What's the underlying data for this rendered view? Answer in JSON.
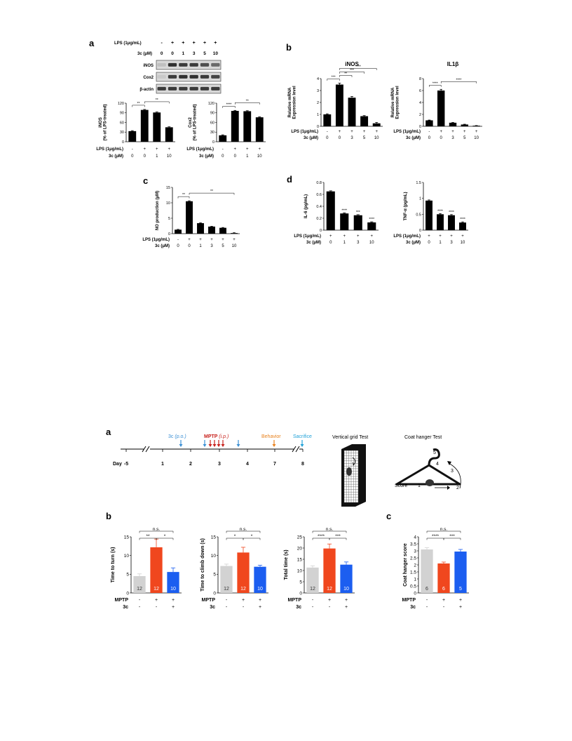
{
  "fig1": {
    "a": {
      "label": "a",
      "header_labels": [
        "LPS (1μg/mL)",
        "3c (μM)"
      ],
      "lps_signs": [
        "-",
        "+",
        "+",
        "+",
        "+",
        "+"
      ],
      "doses": [
        "0",
        "0",
        "1",
        "3",
        "5",
        "10"
      ],
      "bands": [
        "iNOS",
        "Cox2",
        "β-actin"
      ],
      "band_intensity": [
        [
          0.15,
          0.9,
          0.85,
          0.85,
          0.75,
          0.6
        ],
        [
          0.1,
          0.85,
          0.9,
          0.9,
          0.85,
          0.8
        ],
        [
          0.85,
          0.85,
          0.85,
          0.85,
          0.85,
          0.85
        ]
      ]
    },
    "b_label": "b",
    "c_label": "c",
    "d_label": "d"
  },
  "fig2": {
    "a_label": "a",
    "b_label": "b",
    "c_label": "c",
    "timeline": {
      "day_label": "Day",
      "ticks": [
        "-5",
        "1",
        "2",
        "3",
        "4",
        "7",
        "8"
      ],
      "treat_3c": "3c",
      "treat_3c_route": "(p.o.)",
      "treat_mptp": "MPTP",
      "treat_mptp_route": "(i.p.)",
      "behavior": "Behavior",
      "sacrifice": "Sacrifice"
    },
    "test1_title": "Vertical grid Test",
    "test2_title": "Coat hanger Test",
    "hanger_score_label": "Score",
    "hanger_numbers": [
      "1",
      "2",
      "3",
      "4",
      "5"
    ]
  },
  "colors": {
    "ctrl": "#d2d2d2",
    "mptp": "#f0471e",
    "treat": "#1c5ef0",
    "timeline_3c": "#3a8fd4",
    "timeline_mptp": "#c8201b",
    "timeline_behavior": "#e8821e",
    "timeline_sacrifice": "#22a2d8"
  },
  "chart_data": [
    {
      "id": "1a-inos",
      "type": "bar",
      "ylabel": "iNOS\n(% of LPS-treated)",
      "ylim": [
        0,
        120
      ],
      "yticks": [
        0,
        30,
        60,
        90,
        120
      ],
      "values": [
        33,
        99,
        91,
        45
      ],
      "errors": [
        1.5,
        1.5,
        1.5,
        1.5
      ],
      "row_labels": [
        "LPS (1μg/mL)",
        "3c (μM)"
      ],
      "row_values": [
        [
          "-",
          "+",
          "+",
          "+"
        ],
        [
          "0",
          "0",
          "1",
          "10"
        ]
      ],
      "sig": [
        {
          "a": 0,
          "b": 1,
          "label": "**"
        },
        {
          "a": 1,
          "b": 3,
          "label": "**"
        }
      ]
    },
    {
      "id": "1a-cox2",
      "type": "bar",
      "ylabel": "Cox2\n(% of LPS-treated)",
      "ylim": [
        0,
        120
      ],
      "yticks": [
        0,
        30,
        60,
        90,
        120
      ],
      "values": [
        20,
        96,
        95,
        76
      ],
      "errors": [
        1.5,
        1.5,
        1.5,
        1.5
      ],
      "row_labels": [
        "LPS (1μg/mL)",
        "3c (μM)"
      ],
      "row_values": [
        [
          "-",
          "+",
          "+",
          "+"
        ],
        [
          "0",
          "0",
          "1",
          "10"
        ]
      ],
      "sig": [
        {
          "a": 0,
          "b": 1,
          "label": "****"
        },
        {
          "a": 1,
          "b": 3,
          "label": "**"
        }
      ]
    },
    {
      "id": "1b-inos",
      "type": "bar",
      "title": "iNOS",
      "ylabel": "Relative mRNA\nExpression level",
      "ylim": [
        0,
        4
      ],
      "yticks": [
        0,
        1,
        2,
        3,
        4
      ],
      "values": [
        1.0,
        3.5,
        2.4,
        0.85,
        0.25
      ],
      "errors": [
        0.05,
        0.12,
        0.1,
        0.05,
        0.08
      ],
      "row_labels": [
        "LPS (1μg/mL)",
        "3c (μM)"
      ],
      "row_values": [
        [
          "-",
          "+",
          "+",
          "+",
          "+"
        ],
        [
          "0",
          "0",
          "3",
          "5",
          "10"
        ]
      ],
      "sig": [
        {
          "a": 0,
          "b": 1,
          "label": "***"
        },
        {
          "a": 1,
          "b": 2,
          "label": "**"
        },
        {
          "a": 1,
          "b": 3,
          "label": "***"
        },
        {
          "a": 1,
          "b": 4,
          "label": "****"
        }
      ]
    },
    {
      "id": "1b-il1b",
      "type": "bar",
      "title": "IL1β",
      "ylabel": "Relative mRNA\nExpression level",
      "ylim": [
        0,
        8
      ],
      "yticks": [
        0,
        2,
        4,
        6,
        8
      ],
      "values": [
        1.0,
        6.0,
        0.6,
        0.3,
        0.1
      ],
      "errors": [
        0.05,
        0.2,
        0.05,
        0.05,
        0.03
      ],
      "row_labels": [
        "LPS (1μg/mL)",
        "3c (μM)"
      ],
      "row_values": [
        [
          "-",
          "+",
          "+",
          "+",
          "+"
        ],
        [
          "0",
          "0",
          "3",
          "5",
          "10"
        ]
      ],
      "sig": [
        {
          "a": 0,
          "b": 1,
          "label": "****"
        },
        {
          "a": 1,
          "b": 4,
          "label": "****"
        }
      ]
    },
    {
      "id": "1c-no",
      "type": "bar",
      "ylabel": "NO production (μM)",
      "ylim": [
        0,
        15
      ],
      "yticks": [
        0,
        5,
        10,
        15
      ],
      "values": [
        1.3,
        10.5,
        3.4,
        2.3,
        1.9,
        0.2
      ],
      "errors": [
        0.1,
        0.15,
        0.1,
        0.1,
        0.1,
        0.1
      ],
      "row_labels": [
        "LPS (1μg/mL)",
        "3c (μM)"
      ],
      "row_values": [
        [
          "-",
          "+",
          "+",
          "+",
          "+",
          "+"
        ],
        [
          "0",
          "0",
          "1",
          "3",
          "5",
          "10"
        ]
      ],
      "sig": [
        {
          "a": 0,
          "b": 1,
          "label": "**"
        },
        {
          "a": 1,
          "b": 5,
          "label": "**"
        }
      ]
    },
    {
      "id": "1d-il6",
      "type": "bar",
      "ylabel": "IL-6 (pg/mL)",
      "ylim": [
        0,
        0.8
      ],
      "yticks": [
        0,
        0.2,
        0.4,
        0.6,
        0.8
      ],
      "values": [
        0.65,
        0.28,
        0.25,
        0.13
      ],
      "errors": [
        0.01,
        0.01,
        0.01,
        0.01
      ],
      "row_labels": [
        "LPS (1μg/mL)",
        "3c (μM)"
      ],
      "row_values": [
        [
          "+",
          "+",
          "+",
          "+"
        ],
        [
          "0",
          "1",
          "3",
          "10"
        ]
      ],
      "stars": [
        "",
        "****",
        "***",
        "****"
      ]
    },
    {
      "id": "1d-tnf",
      "type": "bar",
      "ylabel": "TNF-α (pg/mL)",
      "ylim": [
        0,
        1.5
      ],
      "yticks": [
        0,
        0.5,
        1.0,
        1.5
      ],
      "values": [
        0.93,
        0.5,
        0.47,
        0.24
      ],
      "errors": [
        0.02,
        0.02,
        0.02,
        0.02
      ],
      "row_labels": [
        "LPS (1μg/mL)",
        "3c (μM)"
      ],
      "row_values": [
        [
          "+",
          "+",
          "+",
          "+"
        ],
        [
          "0",
          "1",
          "3",
          "10"
        ]
      ],
      "stars": [
        "",
        "****",
        "****",
        "****"
      ]
    },
    {
      "id": "2b-turn",
      "type": "bar",
      "ylabel": "Time to turn (s)",
      "ylim": [
        0,
        15
      ],
      "yticks": [
        0,
        5,
        10,
        15
      ],
      "values": [
        4.5,
        12.2,
        5.6
      ],
      "errors": [
        0.6,
        2.2,
        1.1
      ],
      "n": [
        "12",
        "12",
        "10"
      ],
      "row_labels": [
        "MPTP",
        "3c"
      ],
      "row_values": [
        [
          "-",
          "+",
          "+"
        ],
        [
          "-",
          "-",
          "+"
        ]
      ],
      "sig": [
        {
          "a": 0,
          "b": 1,
          "label": "**"
        },
        {
          "a": 1,
          "b": 2,
          "label": "*"
        },
        {
          "a": 0,
          "b": 2,
          "label": "n.s."
        }
      ]
    },
    {
      "id": "2b-climb",
      "type": "bar",
      "ylabel": "Time to climb down (s)",
      "ylim": [
        0,
        15
      ],
      "yticks": [
        0,
        5,
        10,
        15
      ],
      "values": [
        7.2,
        10.8,
        7.0
      ],
      "errors": [
        0.5,
        1.4,
        0.4
      ],
      "n": [
        "12",
        "12",
        "10"
      ],
      "row_labels": [
        "MPTP",
        "3c"
      ],
      "row_values": [
        [
          "-",
          "+",
          "+"
        ],
        [
          "-",
          "-",
          "+"
        ]
      ],
      "sig": [
        {
          "a": 0,
          "b": 1,
          "label": "*"
        },
        {
          "a": 1,
          "b": 2,
          "label": "*"
        },
        {
          "a": 0,
          "b": 2,
          "label": "n.s."
        }
      ]
    },
    {
      "id": "2b-total",
      "type": "bar",
      "ylabel": "Total time (s)",
      "ylim": [
        0,
        25
      ],
      "yticks": [
        0,
        5,
        10,
        15,
        20,
        25
      ],
      "values": [
        11.3,
        19.8,
        12.6
      ],
      "errors": [
        0.8,
        2.0,
        1.2
      ],
      "n": [
        "12",
        "12",
        "10"
      ],
      "row_labels": [
        "MPTP",
        "3c"
      ],
      "row_values": [
        [
          "-",
          "+",
          "+"
        ],
        [
          "-",
          "-",
          "+"
        ]
      ],
      "sig": [
        {
          "a": 0,
          "b": 1,
          "label": "****"
        },
        {
          "a": 1,
          "b": 2,
          "label": "***"
        },
        {
          "a": 0,
          "b": 2,
          "label": "n.s."
        }
      ]
    },
    {
      "id": "2c-hanger",
      "type": "bar",
      "ylabel": "Coat hanger score",
      "ylim": [
        0,
        4
      ],
      "yticks": [
        0,
        0.5,
        1,
        1.5,
        2,
        2.5,
        3,
        3.5,
        4
      ],
      "ytick_labels": [
        "0",
        "0.5",
        "1",
        "1.5",
        "2",
        "2.5",
        "3",
        "3.5",
        "4"
      ],
      "values": [
        3.1,
        2.1,
        2.95
      ],
      "errors": [
        0.12,
        0.1,
        0.15
      ],
      "n": [
        "6",
        "6",
        "5"
      ],
      "row_labels": [
        "MPTP",
        "3c"
      ],
      "row_values": [
        [
          "-",
          "+",
          "+"
        ],
        [
          "-",
          "-",
          "+"
        ]
      ],
      "sig": [
        {
          "a": 0,
          "b": 1,
          "label": "****"
        },
        {
          "a": 1,
          "b": 2,
          "label": "***"
        },
        {
          "a": 0,
          "b": 2,
          "label": "n.s."
        }
      ]
    }
  ]
}
